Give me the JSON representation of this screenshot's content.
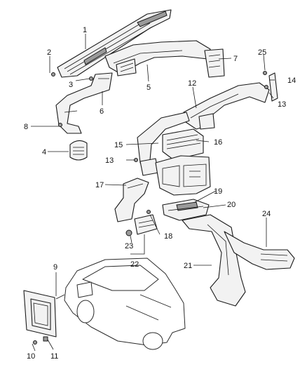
{
  "callouts": {
    "c1": "1",
    "c2": "2",
    "c3": "3",
    "c4": "4",
    "c5": "5",
    "c6": "6",
    "c7": "7",
    "c8": "8",
    "c9": "9",
    "c10": "10",
    "c11": "11",
    "c12": "12",
    "c13a": "13",
    "c13b": "13",
    "c14": "14",
    "c15": "15",
    "c16": "16",
    "c17": "17",
    "c18": "18",
    "c19": "19",
    "c20": "20",
    "c21": "21",
    "c22": "22",
    "c23": "23",
    "c24": "24",
    "c25": "25"
  }
}
